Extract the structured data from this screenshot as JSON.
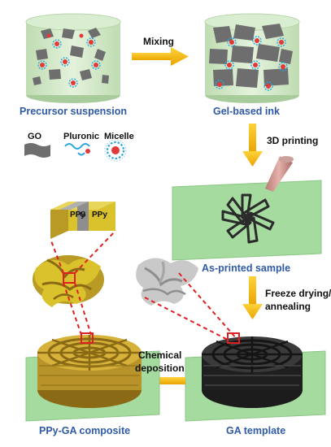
{
  "colors": {
    "caption_blue": "#2f5aa8",
    "arrow": "#f4b400",
    "beaker_green": "#cfe8c4",
    "sheet_gray": "#6e6e6e",
    "ppy_yellow": "#d9c22b",
    "plate_green": "#9fd69a",
    "micelle_red": "#e23a3a",
    "micelle_blue": "#2aa6e0"
  },
  "captions": {
    "precursor": "Precursor suspension",
    "gel_ink": "Gel-based ink",
    "as_printed": "As-printed sample",
    "ga_template": "GA template",
    "ppy_composite": "PPy-GA composite"
  },
  "steps": {
    "mixing": "Mixing",
    "printing": "3D printing",
    "freeze_line1": "Freeze drying/",
    "freeze_line2": "annealing",
    "chemical_line1": "Chemical",
    "chemical_line2": "deposition"
  },
  "legend": {
    "go": "GO",
    "pluronic": "Pluronic",
    "micelle": "Micelle"
  },
  "layers": {
    "left": "PPy",
    "middle": "G",
    "right": "PPy"
  }
}
